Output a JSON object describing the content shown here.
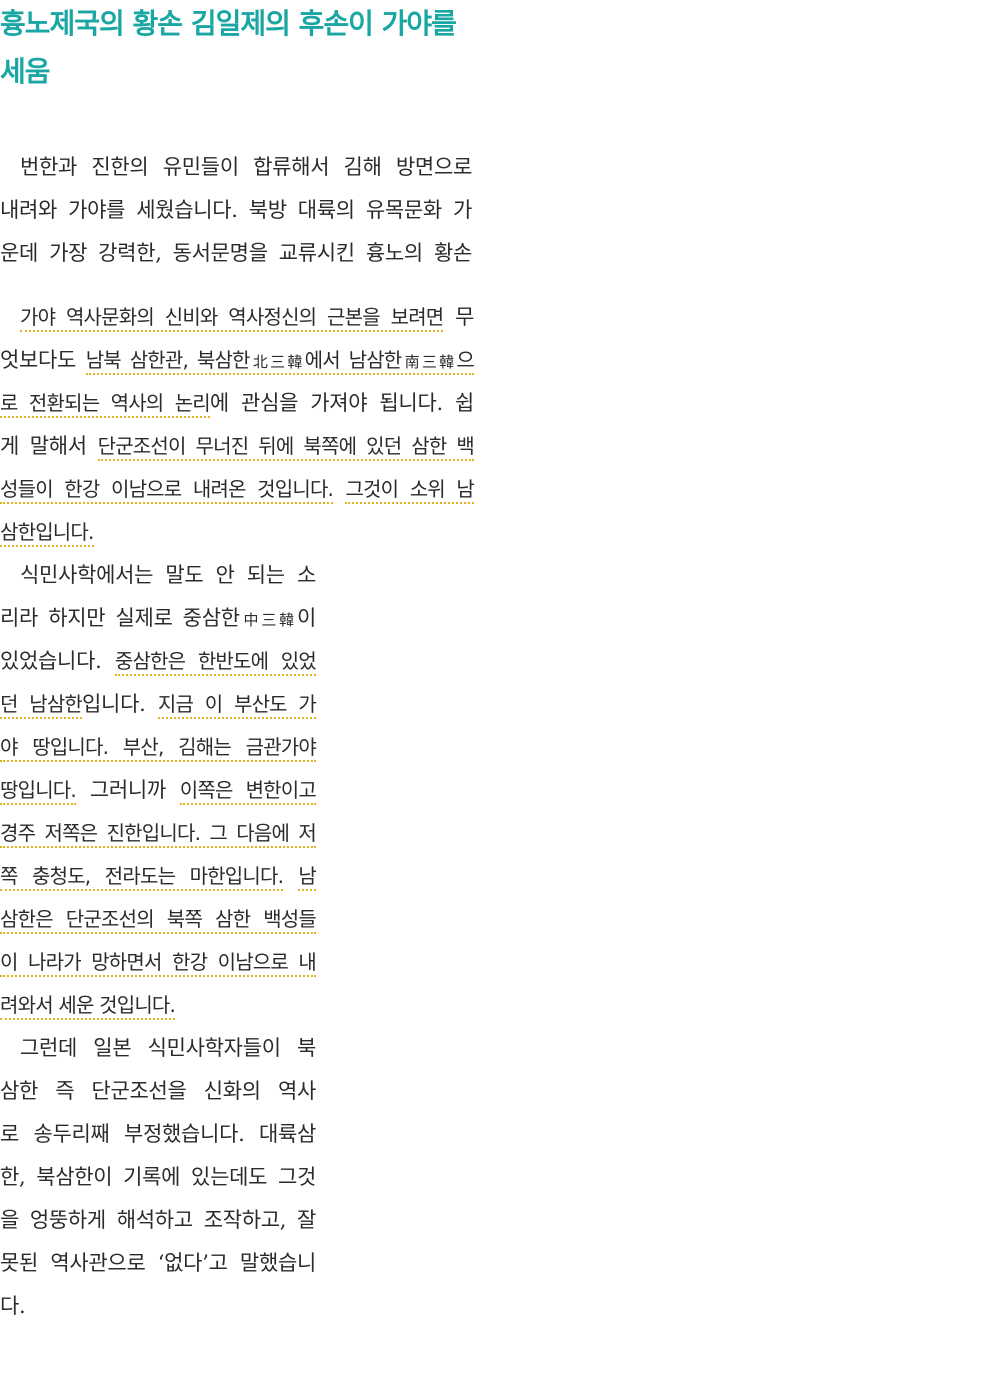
{
  "colors": {
    "heading": "#1aa7a3",
    "highlight_underline": "#e3b21f",
    "text": "#2b2b2b"
  },
  "left": {
    "p1": {
      "l1": {
        "a": "가야 역사문화의 신비와 역사정신의 근본을 보려면",
        "b": " 무"
      },
      "l2": {
        "a": "엇보다도 ",
        "b": "남북 삼한관, 북삼한",
        "b2": "北三韓",
        "c": "에서 남삼한",
        "c2": "南三韓",
        "d": "으"
      },
      "l3": {
        "a": "로 전환되는 역사의 논리",
        "b": "에 관심을 가져야 됩니다. 쉽"
      },
      "l4": {
        "a": "게 말해서 ",
        "b": "단군조선이 무너진 뒤에 북쪽에 있던 삼한 백"
      },
      "l5": {
        "a": "성들이 한강 이남으로 내려온 것입니다.",
        "b": " ",
        "c": "그것이 소위 남"
      },
      "l6": {
        "a": "삼한입니다."
      }
    },
    "p2": {
      "l1": "식민사학에서는 말도 안 되는 소",
      "l2": {
        "a": "리라 하지만 실제로 중삼한",
        "b": "中三韓",
        "c": "이"
      },
      "l3": {
        "a": "있었습니다. ",
        "b": "중삼한은 한반도에 있었"
      },
      "l4": {
        "a": "던 남삼한",
        "b": "입니다. ",
        "c": "지금 이 부산도 가"
      },
      "l5": {
        "a": "야 땅입니다. 부산, 김해는 금관가야"
      },
      "l6": {
        "a": "땅입니다.",
        "b": " 그러니까 ",
        "c": "이쪽은 변한이고"
      },
      "l7": {
        "a": "경주 저쪽은 진한입니다. 그 다음에 저"
      },
      "l8": {
        "a": "쪽 충청도, 전라도는 마한입니다.",
        "b": " ",
        "c": "남"
      },
      "l9": {
        "a": "삼한은 단군조선의 북쪽 삼한 백성들"
      },
      "l10": {
        "a": "이 나라가 망하면서 한강 이남으로 내"
      },
      "l11": {
        "a": "려와서 세운 것입니다."
      }
    },
    "p3": {
      "l1": "그런데 일본 식민사학자들이 북",
      "l2": "삼한 즉 단군조선을 신화의 역사",
      "l3": "로 송두리째 부정했습니다. 대륙삼",
      "l4": "한, 북삼한이 기록에 있는데도 그것",
      "l5": "을 엉뚱하게 해석하고 조작하고, 잘",
      "l6": "못된 역사관으로 ‘없다’고 말했습니",
      "l7": "다."
    }
  },
  "right": {
    "heading_l1": "흉노제국의 황손 김일제의 후손이 가야를",
    "heading_l2": "세움",
    "l1": "번한과 진한의 유민들이 합류해서 김해 방면으로",
    "l2": "내려와 가야를 세웠습니다. 북방 대륙의 유목문화 가",
    "l3": "운데 가장 강력한, 동서문명을 교류시킨 흉노의 황손"
  }
}
